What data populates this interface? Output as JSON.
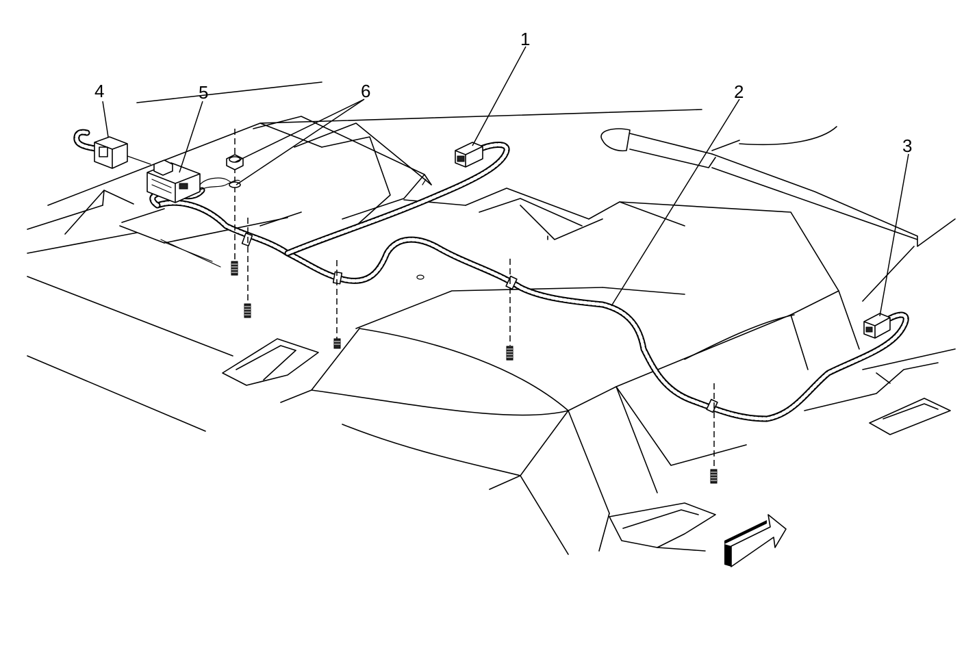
{
  "callouts": [
    {
      "id": "1",
      "label": "1"
    },
    {
      "id": "2",
      "label": "2"
    },
    {
      "id": "3",
      "label": "3"
    },
    {
      "id": "4",
      "label": "4"
    },
    {
      "id": "5",
      "label": "5"
    },
    {
      "id": "6",
      "label": "6"
    }
  ],
  "direction_arrow": {
    "icon": "forward-arrow-icon"
  }
}
